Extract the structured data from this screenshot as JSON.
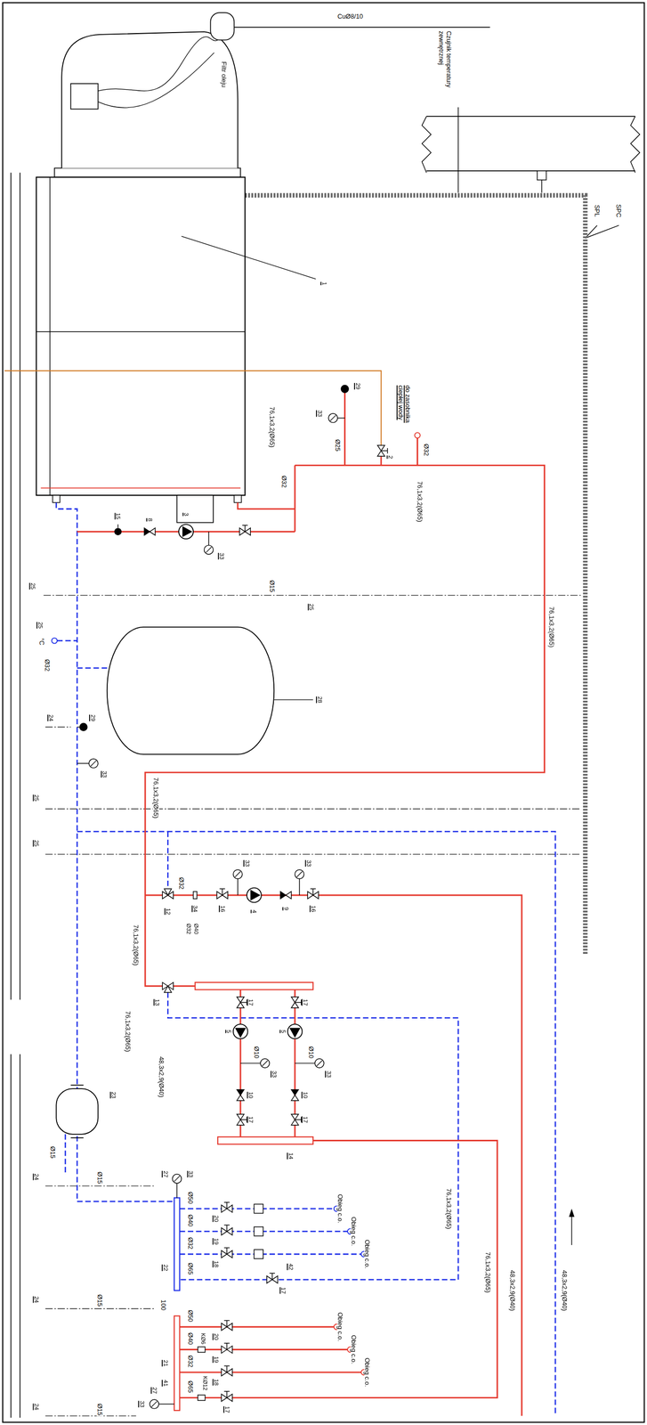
{
  "diagram": {
    "labels": [
      "CuØ8/10",
      "Filtr oleju",
      "Czujnik temperatury zewnętrznej",
      "SPL",
      "SPC",
      "1",
      "76,1x3,2(Ø65)",
      "do zasobnika ciepłej wody",
      "29",
      "33",
      "Ø25",
      "Ø32",
      "76,1x3,2(Ø65)",
      "2",
      "Ø32",
      "3",
      "15",
      "8",
      "33",
      "Ø15",
      "25",
      "25",
      "25",
      "°C",
      "Ø32",
      "76,1x3,2(Ø65)",
      "28",
      "24",
      "29",
      "33",
      "25",
      "25",
      "76,1x3,2(Ø65)",
      "76,1x3,2(Ø65)",
      "Ø32",
      "34",
      "Ø40",
      "Ø32",
      "12",
      "33",
      "4",
      "16",
      "33",
      "9",
      "16",
      "13",
      "76,1x3,2(Ø65)",
      "48,3x2,9(Ø40)",
      "17",
      "17",
      "5",
      "5",
      "Ø10",
      "Ø10",
      "33",
      "33",
      "10",
      "10",
      "17",
      "17",
      "14",
      "23",
      "Ø15",
      "24",
      "Ø15",
      "27",
      "33",
      "Ø50",
      "20",
      "Ø40",
      "19",
      "Ø32",
      "18",
      "Ø65",
      "42",
      "17",
      "Obieg c.o.",
      "Obieg c.o.",
      "Obieg c.o.",
      "22",
      "76,1x3,2(Ø65)",
      "100",
      "24",
      "Ø15",
      "Ø50",
      "20",
      "Ø40",
      "KØ6",
      "19",
      "Ø32",
      "18",
      "Ø65",
      "KØ12",
      "17",
      "21",
      "41",
      "27",
      "33",
      "24",
      "Ø15",
      "Obieg c.o.",
      "Obieg c.o.",
      "Obieg c.o.",
      "76,1x3,2(Ø65)",
      "48,3x2,9(Ø40)",
      "48,3x2,9(Ø40)"
    ]
  }
}
